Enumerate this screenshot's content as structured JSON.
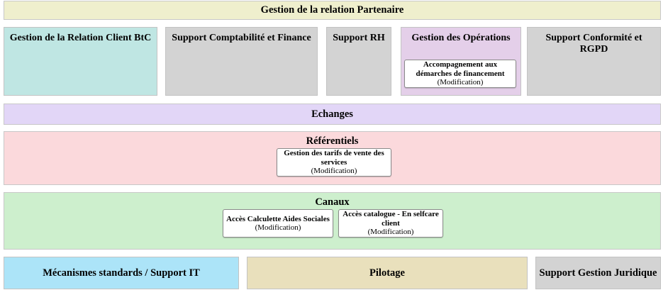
{
  "diagram": {
    "header": {
      "label": "Gestion de la relation Partenaire",
      "color": "#efefcd"
    },
    "domain_row": [
      {
        "label": "Gestion de la Relation Client BtC",
        "color": "#bfe6e3",
        "cards": []
      },
      {
        "label": "Support Comptabilité et Finance",
        "color": "#d3d3d3",
        "cards": []
      },
      {
        "label": "Support RH",
        "color": "#d3d3d3",
        "cards": []
      },
      {
        "label": "Gestion des Opérations",
        "color": "#e4cfe9",
        "cards": [
          {
            "name": "Accompagnement aux démarches de financement",
            "state": "(Modification)"
          }
        ]
      },
      {
        "label": "Support Conformité et RGPD",
        "color": "#d3d3d3",
        "cards": []
      }
    ],
    "echanges": {
      "label": "Echanges",
      "color": "#e2d6f7"
    },
    "referentiels": {
      "label": "Référentiels",
      "color": "#fbd9dc",
      "cards": [
        {
          "name": "Gestion des tarifs de vente des services",
          "state": "(Modification)"
        }
      ]
    },
    "canaux": {
      "label": "Canaux",
      "color": "#cdefcd",
      "cards": [
        {
          "name": "Accès Calculette Aides Sociales",
          "state": "(Modification)"
        },
        {
          "name": "Accès catalogue - En selfcare client",
          "state": "(Modification)"
        }
      ]
    },
    "bottom_row": [
      {
        "label": "Mécanismes standards / Support IT",
        "color": "#ace4f8"
      },
      {
        "label": "Pilotage",
        "color": "#e9e0bc"
      },
      {
        "label": "Support Gestion Juridique",
        "color": "#d3d3d3"
      }
    ]
  }
}
